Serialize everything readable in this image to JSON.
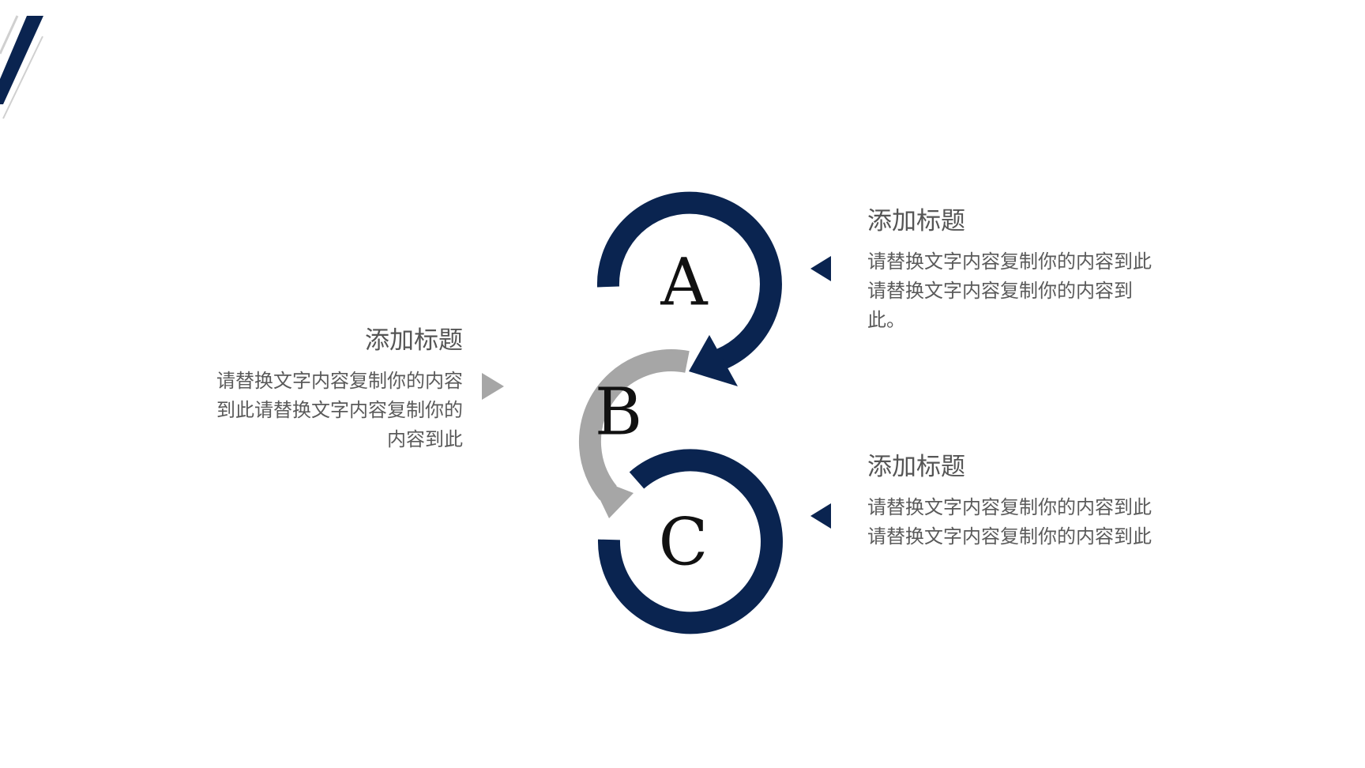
{
  "diagram": {
    "colors": {
      "navy": "#0a2450",
      "gray": "#a6a6a6",
      "accent_line": "#d0d0d0"
    },
    "nodes": [
      {
        "id": "a",
        "letter": "A",
        "color": "navy"
      },
      {
        "id": "b",
        "letter": "B",
        "color": "gray"
      },
      {
        "id": "c",
        "letter": "C",
        "color": "navy"
      }
    ]
  },
  "blocks": {
    "a": {
      "title": "添加标题",
      "body": "请替换文字内容复制你的内容到此请替换文字内容复制你的内容到此。"
    },
    "b": {
      "title": "添加标题",
      "body": "请替换文字内容复制你的内容到此请替换文字内容复制你的内容到此"
    },
    "c": {
      "title": "添加标题",
      "body": "请替换文字内容复制你的内容到此请替换文字内容复制你的内容到此"
    }
  }
}
